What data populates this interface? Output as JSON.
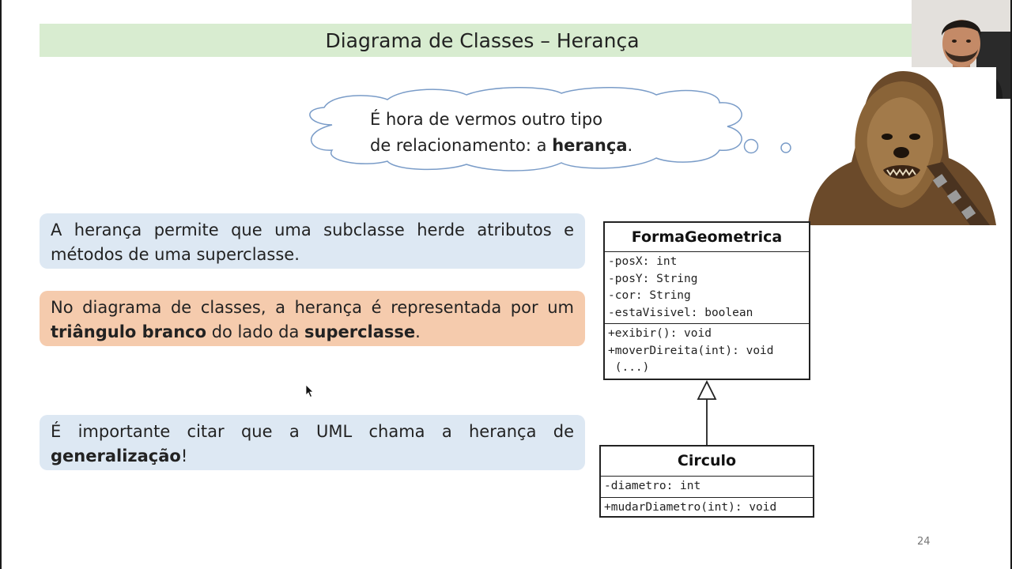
{
  "slide": {
    "title": "Diagrama de Classes – Herança",
    "page_number": "24"
  },
  "cloud": {
    "line1": "É hora de vermos outro tipo",
    "line2_prefix": "de relacionamento: a ",
    "line2_bold": "herança",
    "line2_suffix": "."
  },
  "boxes": {
    "box1": {
      "text": "A herança permite que uma subclasse herde atributos e métodos de uma superclasse."
    },
    "box2": {
      "prefix": "No diagrama de classes, a herança é representada por um ",
      "bold1": "triângulo branco",
      "middle": " do lado da ",
      "bold2": "superclasse",
      "suffix": "."
    },
    "box3": {
      "prefix": "É importante citar que a UML chama a herança de ",
      "bold": "generalização",
      "suffix": "!"
    }
  },
  "uml": {
    "superclass": {
      "name": "FormaGeometrica",
      "attributes": [
        "-posX: int",
        "-posY: String",
        "-cor: String",
        "-estaVisivel: boolean"
      ],
      "methods": [
        "+exibir(): void",
        "+moverDireita(int): void",
        " (...)"
      ]
    },
    "subclass": {
      "name": "Circulo",
      "attributes": [
        "-diametro: int"
      ],
      "methods": [
        "+mudarDiametro(int): void"
      ]
    }
  },
  "colors": {
    "title_bg": "#d8ecd0",
    "box_blue": "#dde8f3",
    "box_orange": "#f5cbad"
  },
  "icons": [
    "thought-cloud",
    "webcam-presenter",
    "chewbacca-image",
    "mouse-cursor-icon",
    "inheritance-triangle-icon"
  ]
}
